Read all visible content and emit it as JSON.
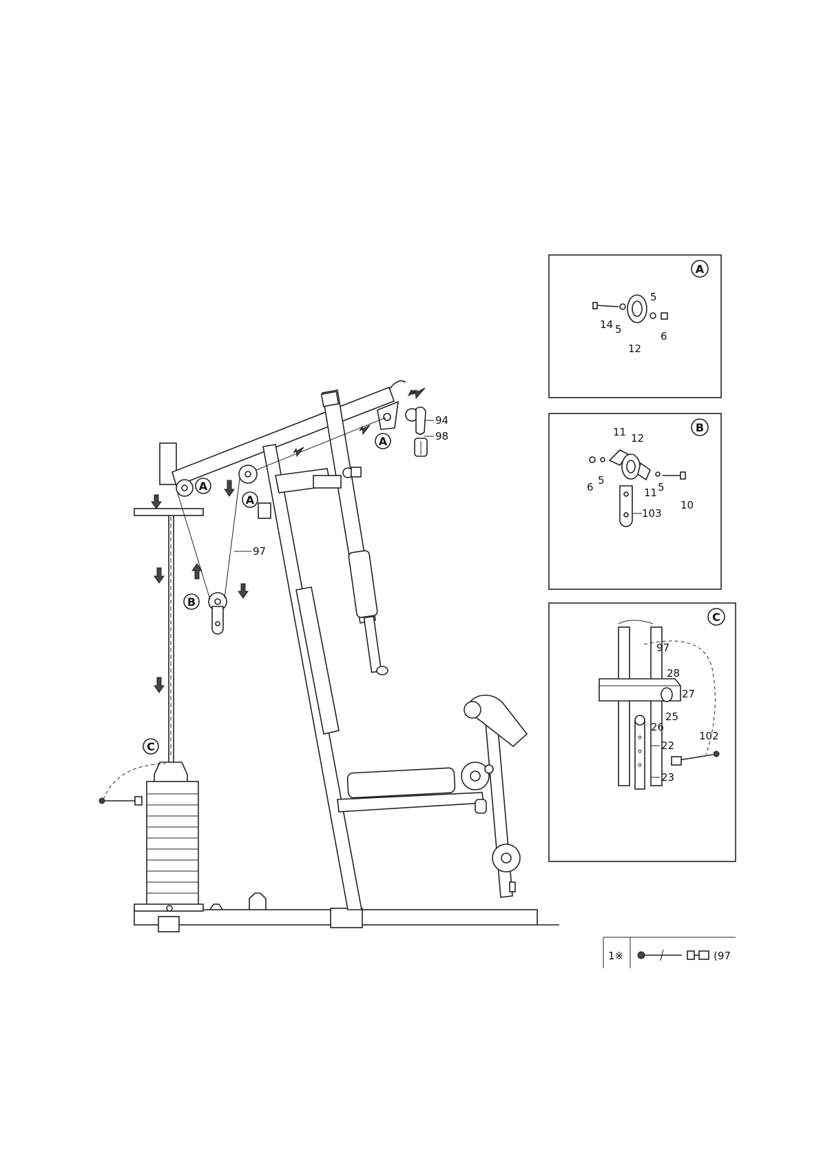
{
  "callouts": {
    "main_a1": "A",
    "main_a2": "A",
    "main_a3": "A",
    "main_b": "B",
    "main_c": "C",
    "part_94": "94",
    "part_98": "98",
    "part_97": "97"
  },
  "detail_a": {
    "title": "A",
    "parts": [
      "14",
      "5",
      "12",
      "5",
      "6"
    ]
  },
  "detail_b": {
    "title": "B",
    "parts": [
      "11",
      "12",
      "6",
      "5",
      "11",
      "5",
      "10",
      "103"
    ]
  },
  "detail_c": {
    "title": "C",
    "parts": [
      "97",
      "28",
      "27",
      "26",
      "25",
      "102",
      "22",
      "23"
    ]
  },
  "legend": {
    "qty": "1※",
    "ref": "(97"
  }
}
